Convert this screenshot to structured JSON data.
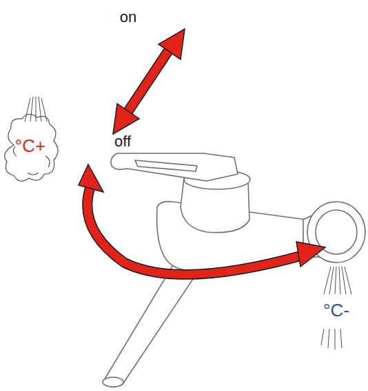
{
  "diagram": {
    "labels": [
      "on",
      "off",
      "°C+",
      "°C-"
    ]
  }
}
